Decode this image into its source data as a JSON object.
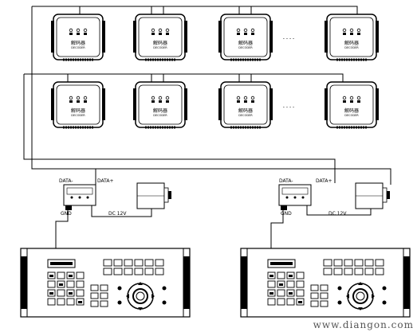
{
  "decoders": {
    "name_label": "解码器",
    "sub_label": "DECODER",
    "row_gap_glyph": "- - - -"
  },
  "converters": [
    {
      "id": "left",
      "data_minus": "DATA-",
      "data_plus": "DATA+",
      "ground": "GND",
      "power": "DC 12V"
    },
    {
      "id": "right",
      "data_minus": "DATA-",
      "data_plus": "DATA+",
      "ground": "GND",
      "power": "DC 12V"
    }
  ],
  "watermark": "www.diangon.com"
}
